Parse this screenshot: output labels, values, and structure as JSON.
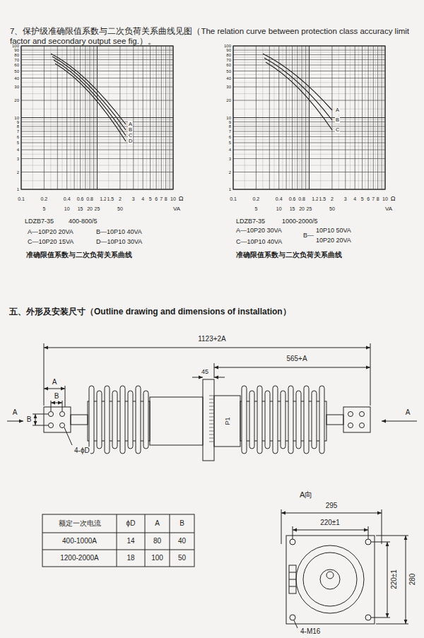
{
  "diagram": {
    "title": "7、保护级准确限值系数与二次负荷关系曲线见图（The relation curve between protection class accuracy limit factor and secondary output see fig.）。",
    "labels": [
      "100",
      "90",
      "80",
      "70",
      "60",
      "50",
      "40",
      "30",
      "20",
      "10",
      "9",
      "8",
      "7",
      "6",
      "5",
      "4",
      "3",
      "2",
      "1",
      "0.1",
      "0.2",
      "0.4",
      "0.6",
      "0.8",
      "1.2",
      "1.5",
      "2",
      "3",
      "4",
      "5",
      "6",
      "7",
      "8",
      "10",
      "Ω",
      "5",
      "10",
      "15",
      "20",
      "25",
      "50",
      "VA",
      "A",
      "B",
      "C",
      "D",
      "LDZB7-35",
      "400-800/5",
      "A—10P20 20VA",
      "B—10P10 40VA",
      "C—10P20 15VA",
      "D—10P10 30VA",
      "准确限值系数与二次负荷关系曲线",
      "100",
      "90",
      "80",
      "70",
      "60",
      "50",
      "40",
      "30",
      "20",
      "10",
      "9",
      "8",
      "7",
      "6",
      "5",
      "4",
      "3",
      "2",
      "1",
      "0.1",
      "0.2",
      "0.4",
      "0.6",
      "0.8",
      "1.2",
      "1.5",
      "2",
      "3",
      "4",
      "5",
      "6",
      "7",
      "8",
      "10",
      "Ω",
      "5",
      "10",
      "15",
      "20",
      "25",
      "50",
      "VA",
      "A",
      "B",
      "C",
      "LDZB7-35",
      "1000-2000/5",
      "A—10P20 30VA",
      "B—",
      "10P10 50VA",
      "10P20 20VA",
      "C—10P10 40VA",
      "准确限值系数与二次负荷关系曲线",
      "五、外形及安装尺寸（Outline drawing and dimensions of installation）",
      "1123+2A",
      "565+A",
      "45",
      "A",
      "B",
      "A",
      "B",
      "4-ϕD",
      "P1",
      "A",
      "A向",
      "295",
      "220±1",
      "220±1",
      "280",
      "4-M16",
      "额定一次电流",
      "ϕD",
      "A",
      "B",
      "400-1000A",
      "14",
      "80",
      "40",
      "1200-2000A",
      "18",
      "100",
      "50"
    ]
  }
}
